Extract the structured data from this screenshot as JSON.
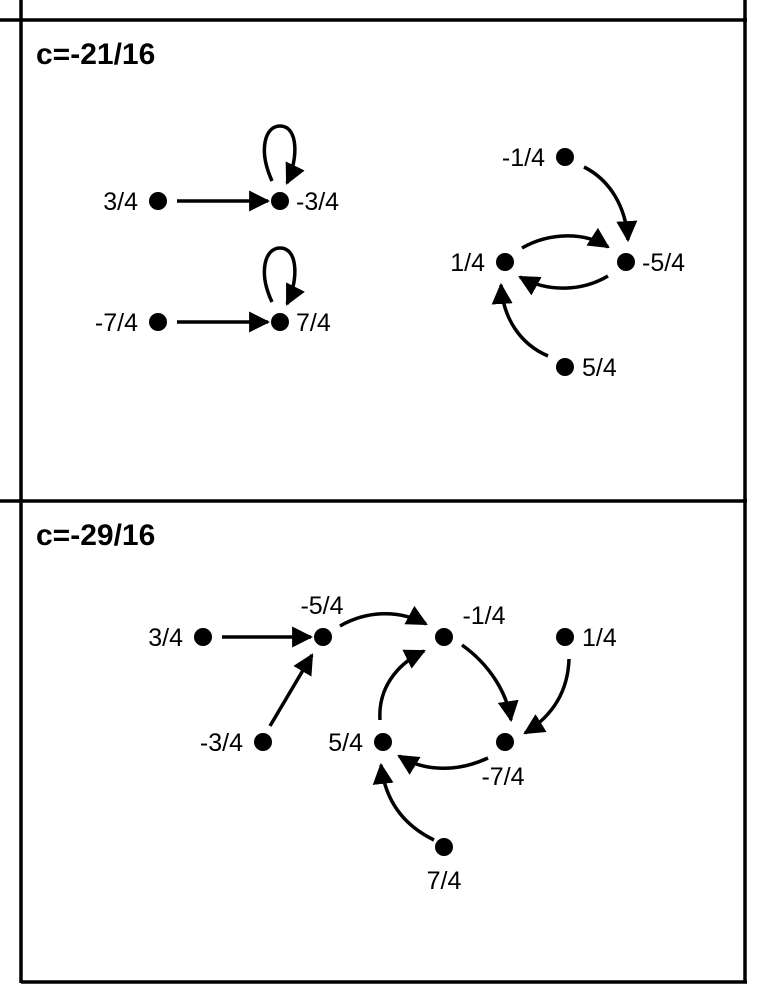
{
  "panels": [
    {
      "id": "c-21-16",
      "title": "c=-21/16",
      "nodes": [
        {
          "id": "a34",
          "label": "3/4"
        },
        {
          "id": "am34",
          "label": "-3/4"
        },
        {
          "id": "am74",
          "label": "-7/4"
        },
        {
          "id": "a74",
          "label": "7/4"
        },
        {
          "id": "am14",
          "label": "-1/4"
        },
        {
          "id": "a14",
          "label": "1/4"
        },
        {
          "id": "am54",
          "label": "-5/4"
        },
        {
          "id": "a54",
          "label": "5/4"
        }
      ],
      "edges": [
        {
          "from": "a34",
          "to": "am34"
        },
        {
          "from": "am34",
          "to": "am34"
        },
        {
          "from": "am74",
          "to": "a74"
        },
        {
          "from": "a74",
          "to": "a74"
        },
        {
          "from": "am14",
          "to": "am54"
        },
        {
          "from": "a14",
          "to": "am54"
        },
        {
          "from": "am54",
          "to": "a14"
        },
        {
          "from": "a54",
          "to": "a14"
        }
      ]
    },
    {
      "id": "c-29-16",
      "title": "c=-29/16",
      "nodes": [
        {
          "id": "b34",
          "label": "3/4"
        },
        {
          "id": "bm54",
          "label": "-5/4"
        },
        {
          "id": "bm14",
          "label": "-1/4"
        },
        {
          "id": "b14",
          "label": "1/4"
        },
        {
          "id": "bm34",
          "label": "-3/4"
        },
        {
          "id": "b54",
          "label": "5/4"
        },
        {
          "id": "bm74",
          "label": "-7/4"
        },
        {
          "id": "b74",
          "label": "7/4"
        }
      ],
      "edges": [
        {
          "from": "b34",
          "to": "bm54"
        },
        {
          "from": "bm34",
          "to": "bm54"
        },
        {
          "from": "bm54",
          "to": "bm14"
        },
        {
          "from": "bm14",
          "to": "bm74"
        },
        {
          "from": "b14",
          "to": "bm74"
        },
        {
          "from": "bm74",
          "to": "b54"
        },
        {
          "from": "b54",
          "to": "bm14"
        },
        {
          "from": "b74",
          "to": "b54"
        }
      ]
    }
  ]
}
